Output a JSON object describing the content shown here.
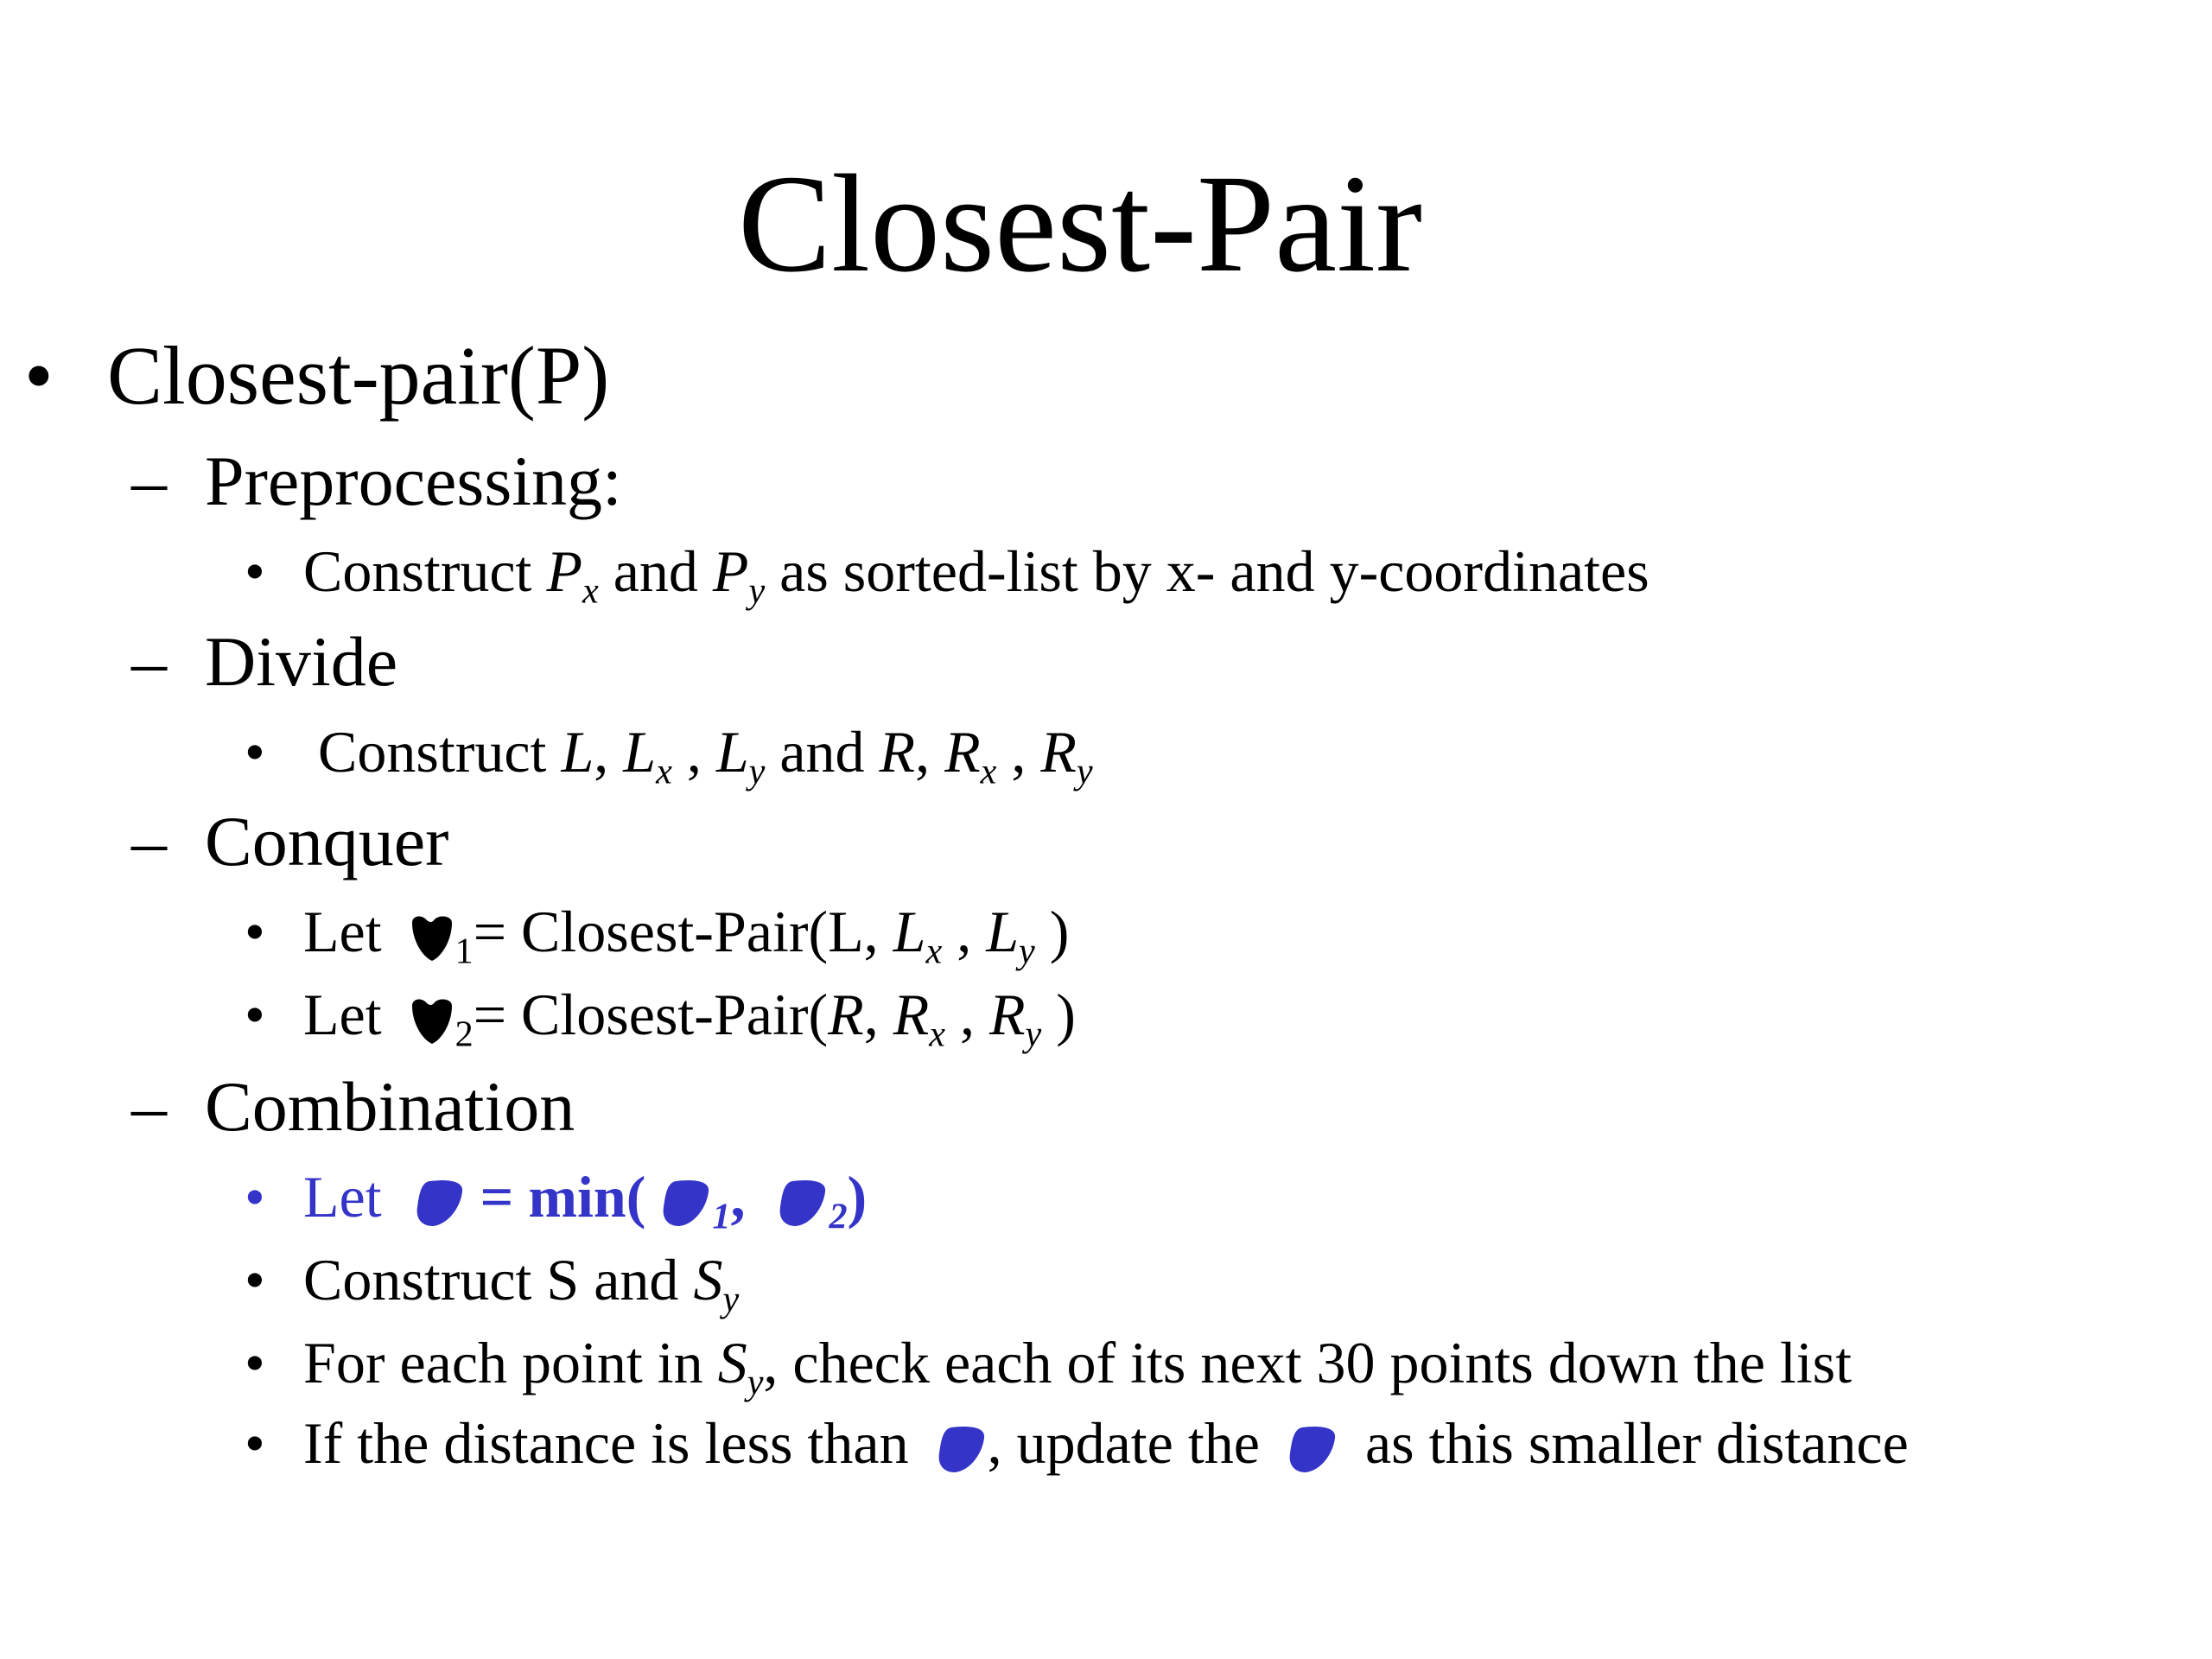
{
  "colors": {
    "accent": "#3434c8",
    "text": "#000000",
    "background": "#ffffff"
  },
  "slide": {
    "title": "Closest-Pair",
    "level1": {
      "bullet": "•",
      "text": "Closest-pair(P)"
    },
    "dash": "–",
    "bullet": "•",
    "preprocessing": {
      "heading": "Preprocessing:",
      "item1": {
        "construct": "Construct",
        "P": "P",
        "x": "x",
        "and": "and",
        "y": "y",
        "rest": "as sorted-list by x- and y-coordinates"
      }
    },
    "divide": {
      "heading": "Divide",
      "item1": {
        "construct": "Construct",
        "L": "L",
        "comma": ",",
        "x": "x",
        "y": "y",
        "and": "and",
        "R": "R"
      }
    },
    "conquer": {
      "heading": "Conquer",
      "item1": {
        "let": "Let",
        "sub": "1",
        "eq": "= Closest-Pair(L,",
        "L": "L",
        "x": "x",
        "comma": ",",
        "y": "y",
        "close": ")"
      },
      "item2": {
        "let": "Let",
        "sub": "2",
        "eq": "= Closest-Pair(",
        "R": "R",
        "x": "x",
        "comma": ",",
        "y": "y",
        "close": ")"
      }
    },
    "combination": {
      "heading": "Combination",
      "item1": {
        "let": "Let",
        "eq": "= min(",
        "sub1": "1",
        "comma": ",",
        "sub2": "2",
        "close": ")"
      },
      "item2": {
        "text": "Construct S and",
        "S": "S",
        "y": "y"
      },
      "item3": {
        "pre": "For each point in",
        "S": "S",
        "y": "y",
        "post": ", check each of its next 30 points down the list"
      },
      "item4": {
        "pre": "If the distance is less than",
        "mid": ", update the",
        "post": "as this smaller distance"
      }
    },
    "icons": {
      "delta_black": "delta-black-icon",
      "delta_blue": "delta-blue-icon"
    }
  }
}
